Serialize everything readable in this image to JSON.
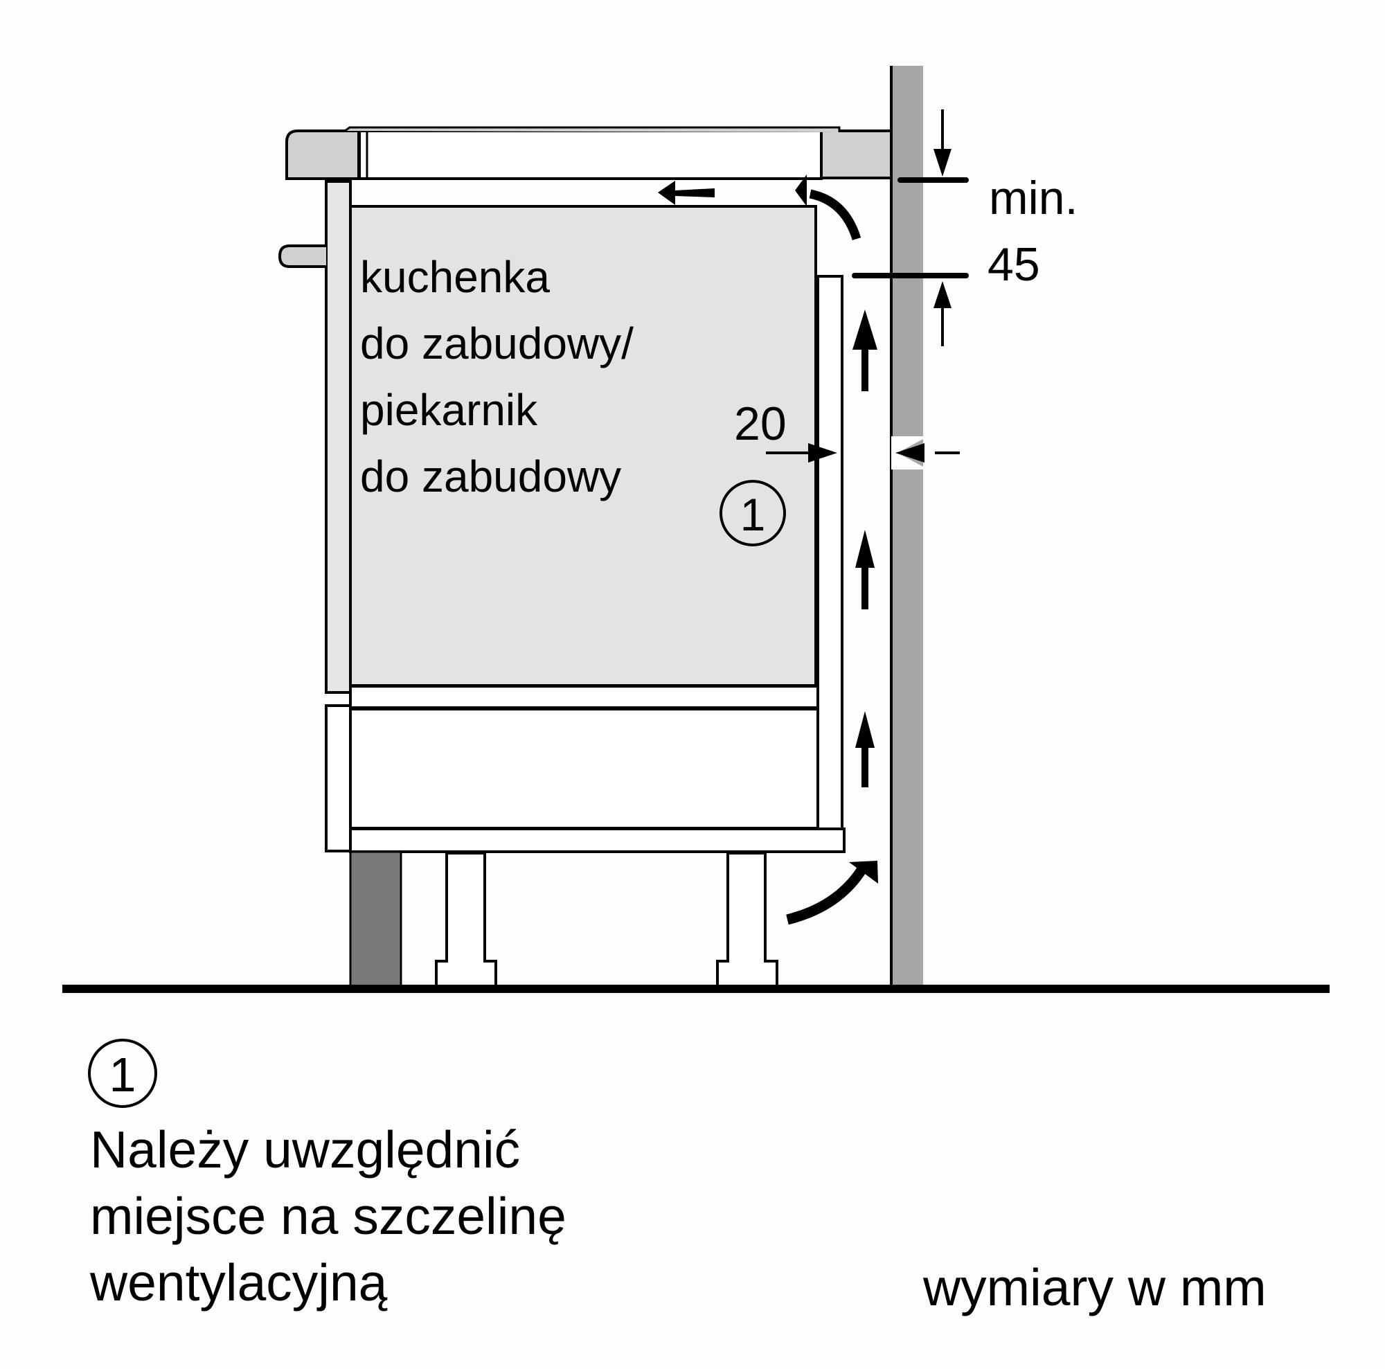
{
  "diagram": {
    "title": "Installation ventilation diagram for built-in cooker / oven under hob",
    "colors": {
      "background": "#fdfdfd",
      "line": "#000000",
      "countertop": "#d0d0d0",
      "oven_body": "#e3e3e3",
      "door_panel": "#e6e6e6",
      "wall": "#a6a6a6",
      "plinth": "#7a7a7a"
    },
    "oven_label": {
      "lines": [
        "kuchenka",
        "do zabudowy/",
        "piekarnik",
        "do zabudowy"
      ]
    },
    "dimensions": {
      "top_gap": {
        "prefix": "min.",
        "value": "45"
      },
      "side_gap": {
        "value": "20"
      }
    },
    "marker": {
      "symbol": "1"
    },
    "footnote": {
      "marker": "1",
      "lines": [
        "Należy uwzględnić",
        "miejsce na szczelinę",
        "wentylacyjną"
      ]
    },
    "units_note": "wymiary w mm",
    "airflow_arrows": [
      {
        "id": "bottom-inlet",
        "direction": "curved-up-right"
      },
      {
        "id": "gap-up-1",
        "direction": "up"
      },
      {
        "id": "gap-up-2",
        "direction": "up"
      },
      {
        "id": "gap-up-3",
        "direction": "up"
      },
      {
        "id": "top-curve",
        "direction": "curved-up-left"
      },
      {
        "id": "top-left",
        "direction": "left"
      }
    ]
  }
}
